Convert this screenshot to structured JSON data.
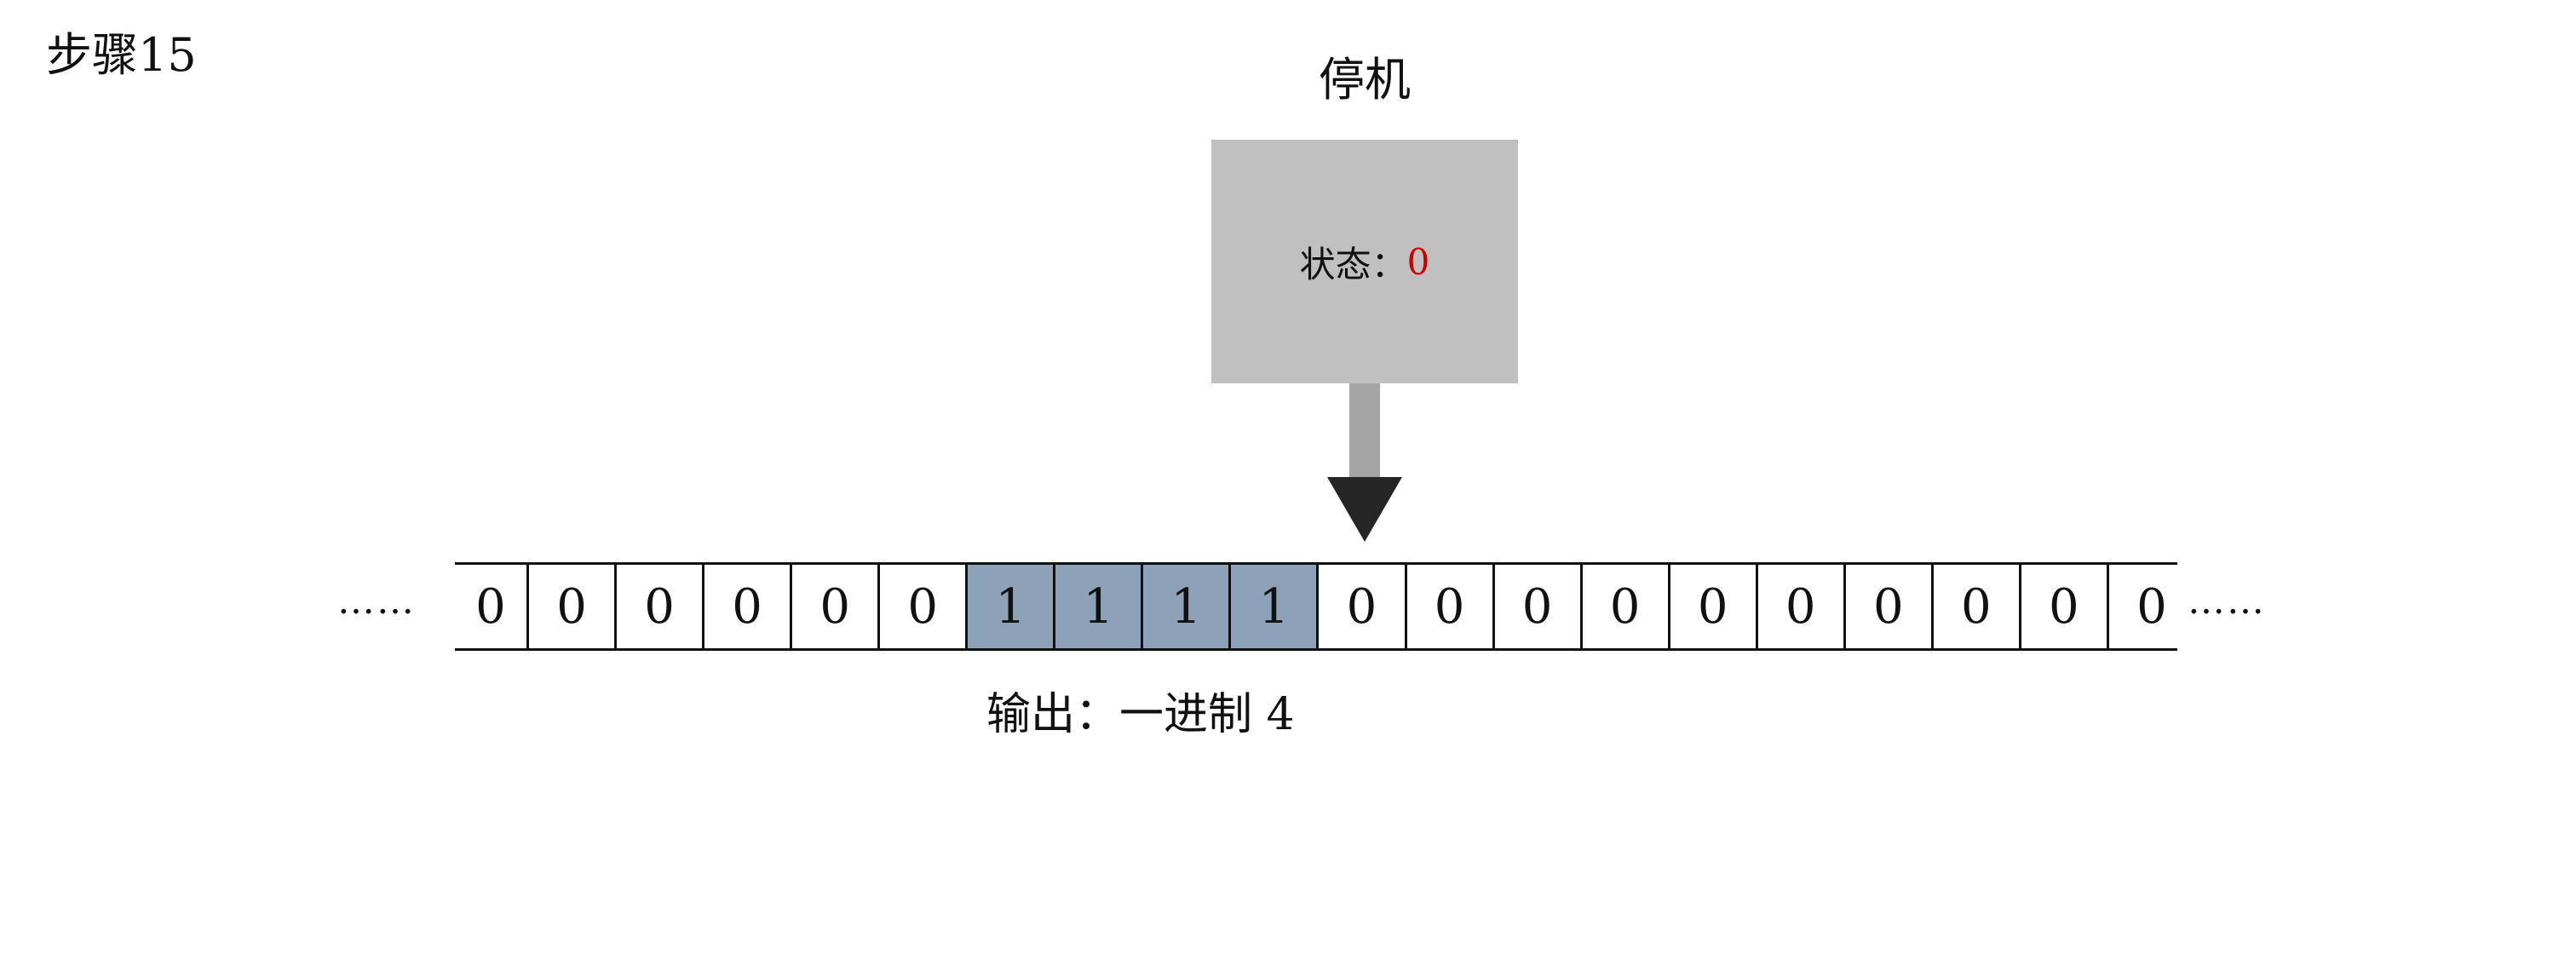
{
  "step": {
    "label": "步骤15"
  },
  "machine": {
    "title": "停机",
    "state_label": "状态：",
    "state_value": "0",
    "state_value_color": "#cc0000",
    "head_color": "#c0c0c0"
  },
  "tape": {
    "left_ellipsis": "……",
    "right_ellipsis": "……",
    "filled_color": "#8da1b8",
    "cells": [
      {
        "value": "0",
        "filled": false
      },
      {
        "value": "0",
        "filled": false
      },
      {
        "value": "0",
        "filled": false
      },
      {
        "value": "0",
        "filled": false
      },
      {
        "value": "0",
        "filled": false
      },
      {
        "value": "0",
        "filled": false
      },
      {
        "value": "1",
        "filled": true
      },
      {
        "value": "1",
        "filled": true
      },
      {
        "value": "1",
        "filled": true
      },
      {
        "value": "1",
        "filled": true
      },
      {
        "value": "0",
        "filled": false
      },
      {
        "value": "0",
        "filled": false
      },
      {
        "value": "0",
        "filled": false
      },
      {
        "value": "0",
        "filled": false
      },
      {
        "value": "0",
        "filled": false
      },
      {
        "value": "0",
        "filled": false
      },
      {
        "value": "0",
        "filled": false
      },
      {
        "value": "0",
        "filled": false
      },
      {
        "value": "0",
        "filled": false
      },
      {
        "value": "0",
        "filled": false
      }
    ]
  },
  "output": {
    "label": "输出：一进制 4"
  }
}
